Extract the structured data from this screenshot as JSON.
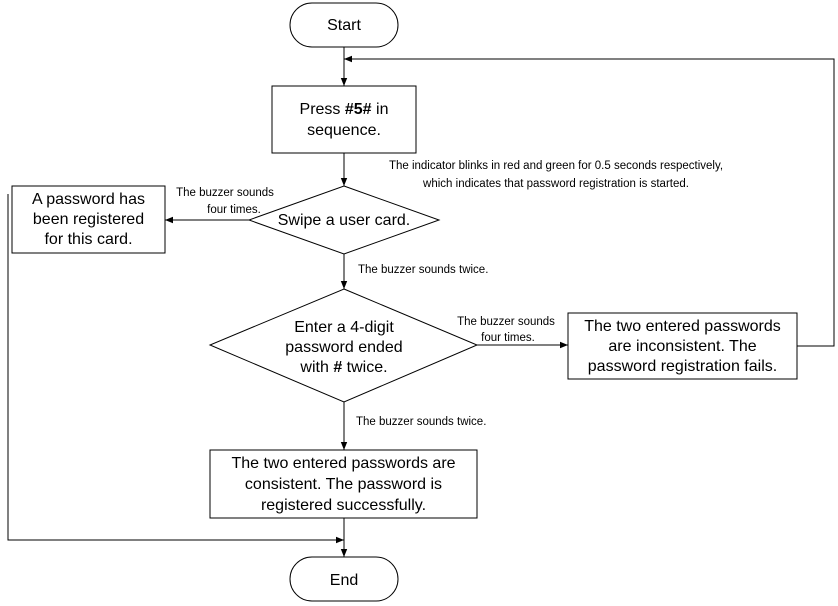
{
  "nodes": {
    "start": "Start",
    "press": {
      "line1_pre": "Press ",
      "line1_bold": "#5#",
      "line1_post": " in",
      "line2": "sequence."
    },
    "swipe": "Swipe a user card.",
    "registered": [
      "A password has",
      "been registered",
      "for this card."
    ],
    "enter": {
      "line1": "Enter a 4-digit",
      "line2": "password ended",
      "line3_pre": "with ",
      "line3_bold": "#",
      "line3_post": " twice."
    },
    "inconsistent": [
      "The two entered passwords",
      "are inconsistent. The",
      "password registration fails."
    ],
    "success": [
      "The two entered passwords are",
      "consistent. The password is",
      "registered successfully."
    ],
    "end": "End"
  },
  "labels": {
    "indicator": [
      "The indicator blinks in red and green for 0.5 seconds respectively,",
      "which indicates that password registration is started."
    ],
    "buzzer_four_left": [
      "The buzzer sounds",
      "four times."
    ],
    "buzzer_twice_1": "The buzzer sounds twice.",
    "buzzer_four_right": [
      "The buzzer sounds",
      "four times."
    ],
    "buzzer_twice_2": "The buzzer sounds twice."
  }
}
